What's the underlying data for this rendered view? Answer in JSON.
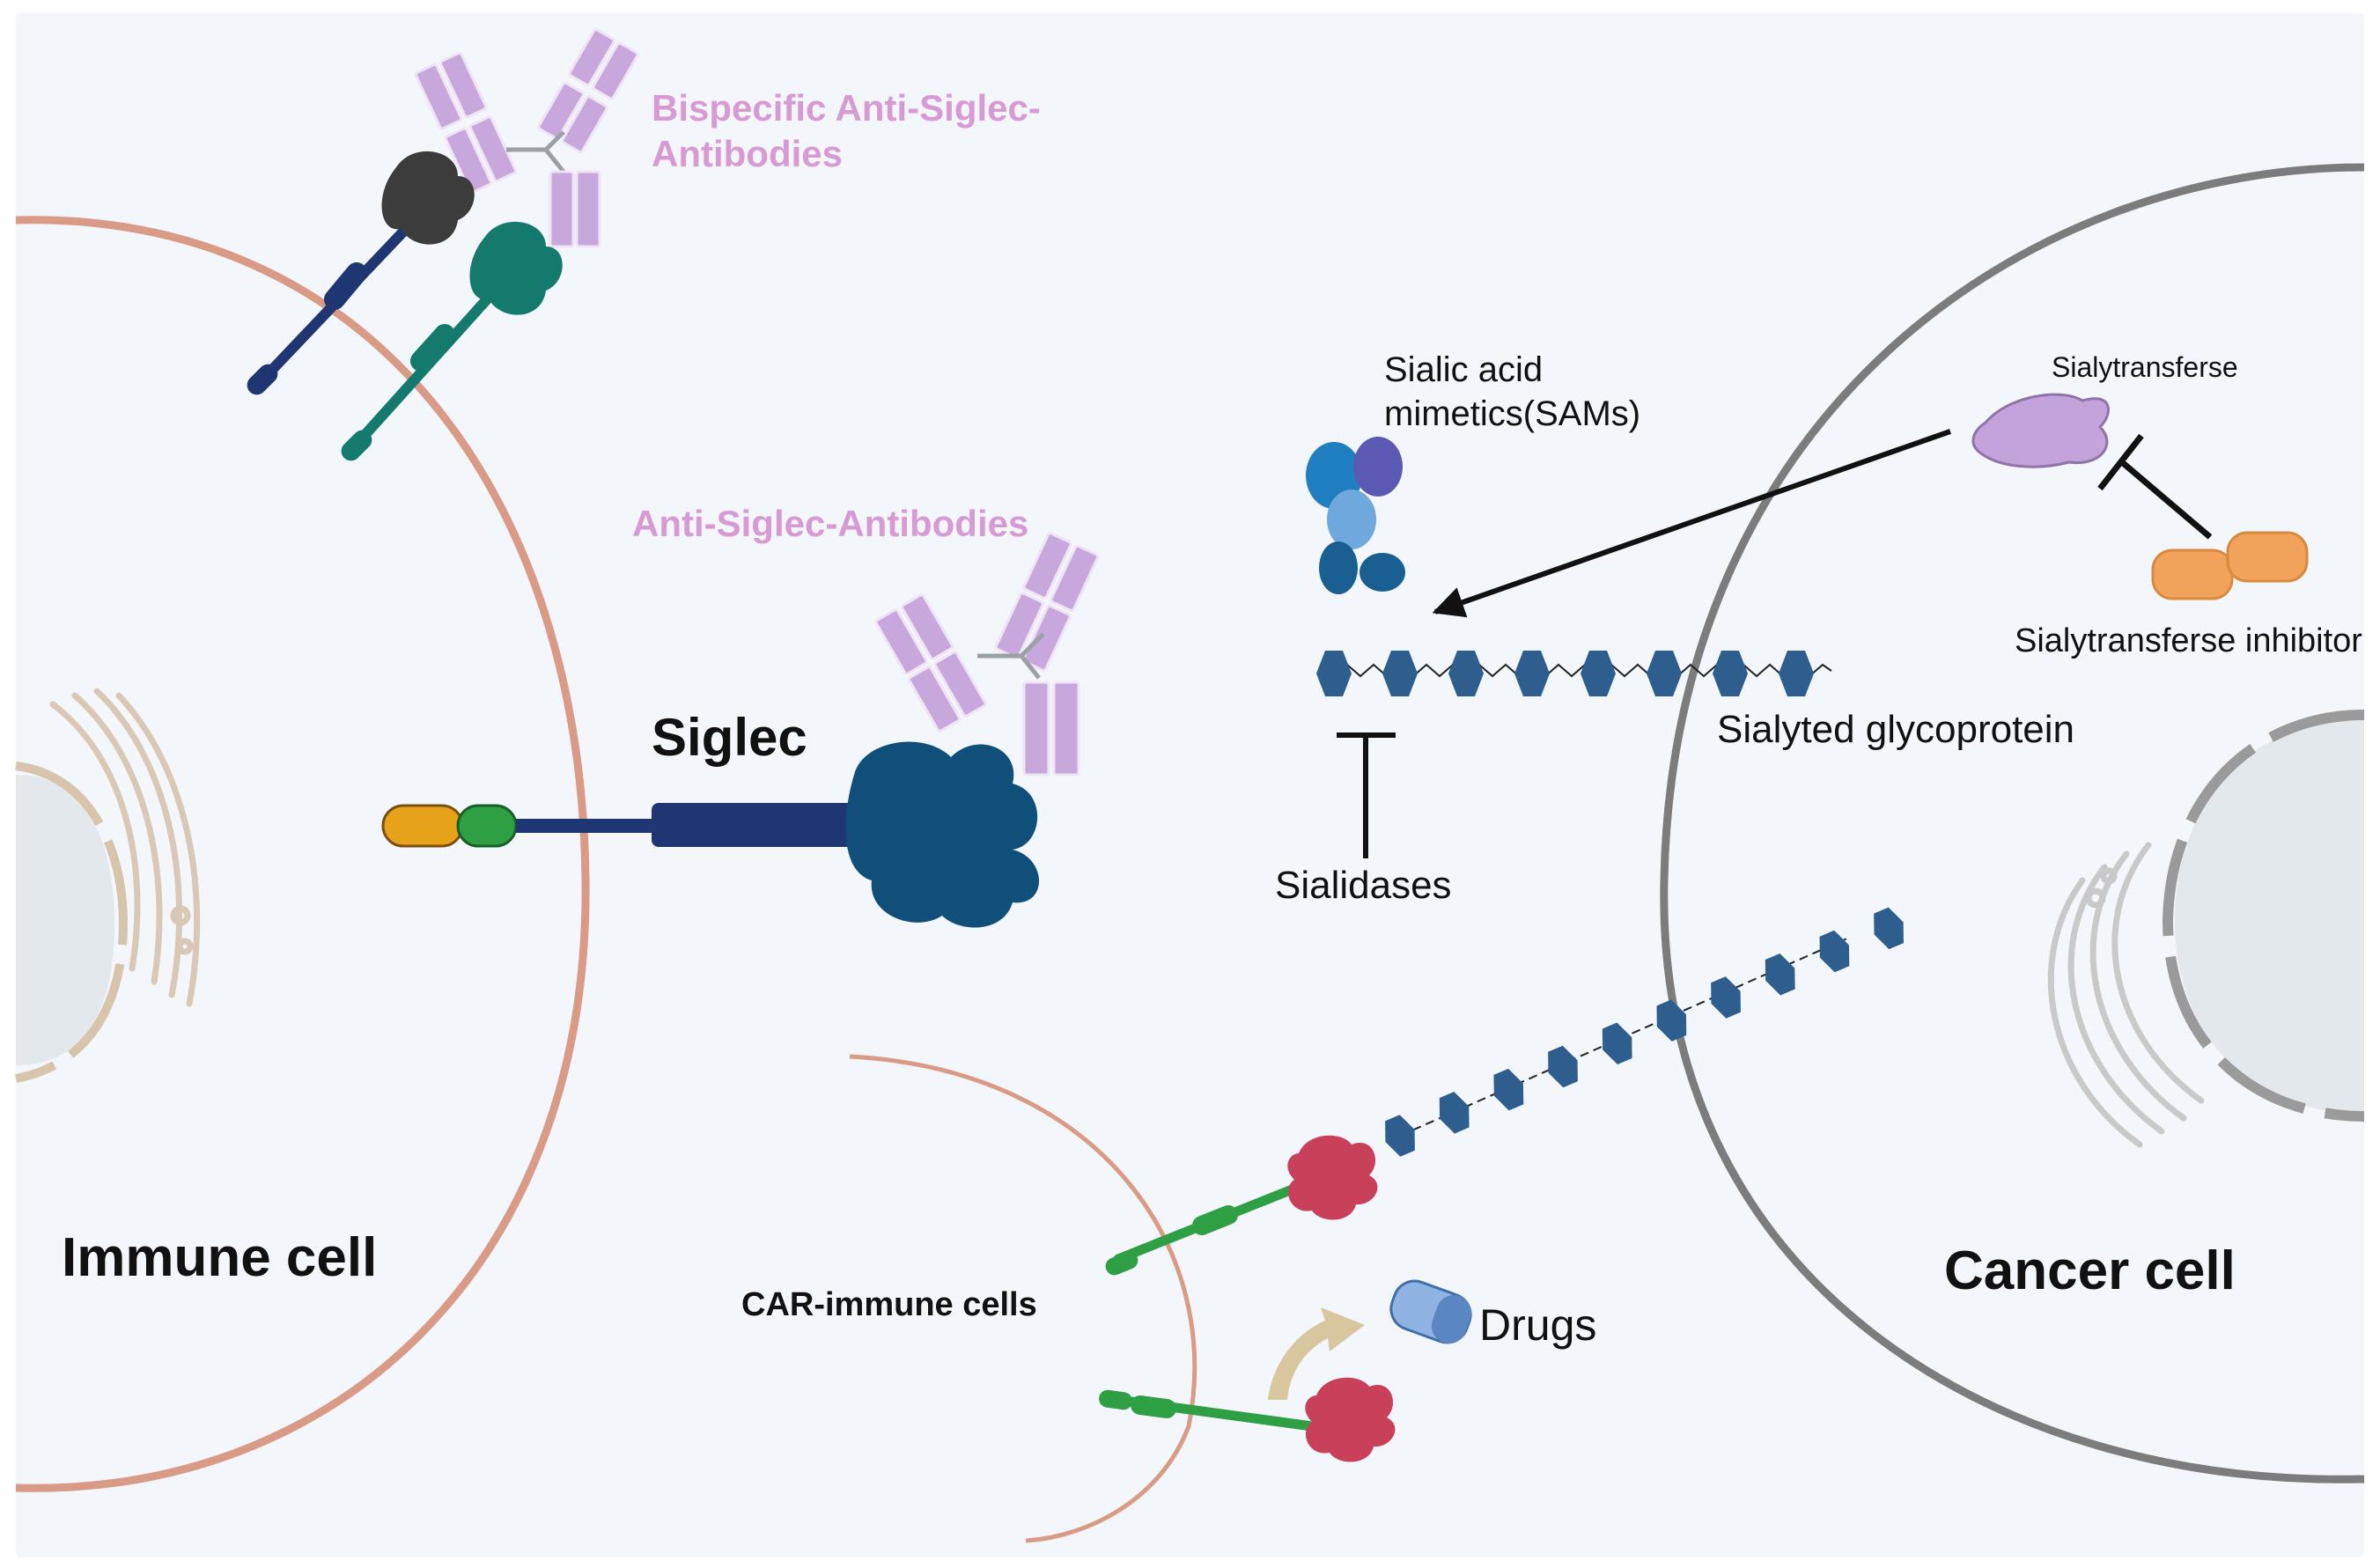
{
  "labels": {
    "bispecific_line1": "Bispecific Anti-Siglec-",
    "bispecific_line2": "Antibodies",
    "anti_siglec": "Anti-Siglec-Antibodies",
    "siglec": "Siglec",
    "immune_cell": "Immune cell",
    "sialic_line1": "Sialic acid",
    "sialic_line2": "mimetics(SAMs)",
    "sialyltransferase": "Sialytransferse",
    "sialyltransferase_inhibitor": "Sialytransferse inhibitor",
    "sialylated_glycoprotein": "Sialyted glycoprotein",
    "sialidases": "Sialidases",
    "car_immune_cells": "CAR-immune cells",
    "drugs": "Drugs",
    "cancer_cell": "Cancer cell"
  },
  "colors": {
    "background": "#f3f6fa",
    "immune_membrane": "#d99a86",
    "cancer_membrane": "#7c7c7c",
    "siglec_navy": "#1f3673",
    "siglec_teal_blue": "#0f4f7a",
    "antibody_lilac": "#c8a8dc",
    "sialic_acid_blue": "#2e5e8e",
    "car_red": "#c8405a",
    "car_green": "#2ea043",
    "inhibitor_orange": "#f2a25a",
    "enzyme_purple": "#c3a3d9",
    "drug_blue": "#8fb4e3",
    "nucleus_gray": "#e3e8ec",
    "pink_label": "#d79ad4"
  }
}
